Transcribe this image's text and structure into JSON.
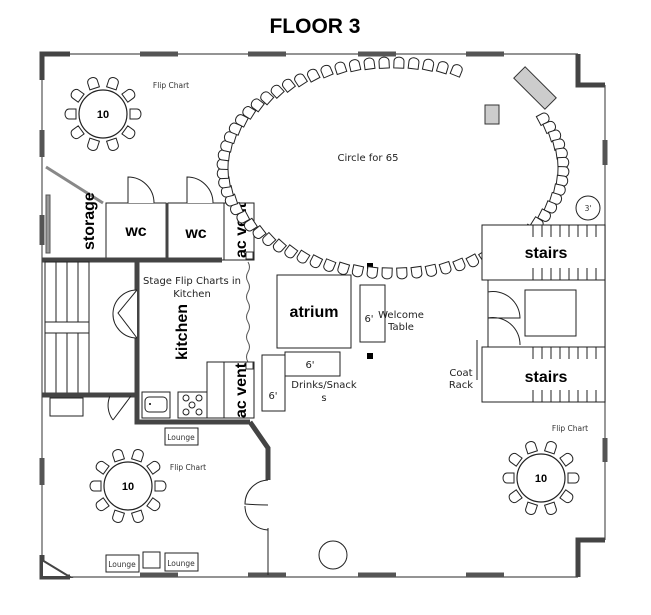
{
  "title": "FLOOR 3",
  "rooms": {
    "storage": "storage",
    "wc1": "wc",
    "wc2": "wc",
    "ac_vent_top": "ac vent",
    "ac_vent_bottom": "ac vent",
    "kitchen": "kitchen",
    "atrium": "atrium",
    "stairs_top": "stairs",
    "stairs_bottom": "stairs"
  },
  "labels": {
    "flip_chart_top_left": "Flip Chart",
    "flip_chart_bottom_left": "Flip Chart",
    "flip_chart_right": "Flip Chart",
    "circle": "Circle for 65",
    "stage_flip_1": "Stage Flip Charts in",
    "stage_flip_2": "Kitchen",
    "welcome_size": "6'",
    "welcome_1": "Welcome",
    "welcome_2": "Table",
    "drinks_h_size": "6'",
    "drinks_v_size": "6'",
    "drinks_1": "Drinks/Snack",
    "drinks_2": "s",
    "coat_1": "Coat",
    "coat_2": "Rack",
    "round_small": "3'",
    "lounge_1": "Lounge",
    "lounge_2": "Lounge",
    "lounge_3": "Lounge"
  },
  "tables": {
    "top_left": "10",
    "bottom_left": "10",
    "right": "10"
  },
  "circle_seats": 65,
  "colors": {
    "wall": "#444444",
    "fixture_gray": "#cccccc"
  }
}
